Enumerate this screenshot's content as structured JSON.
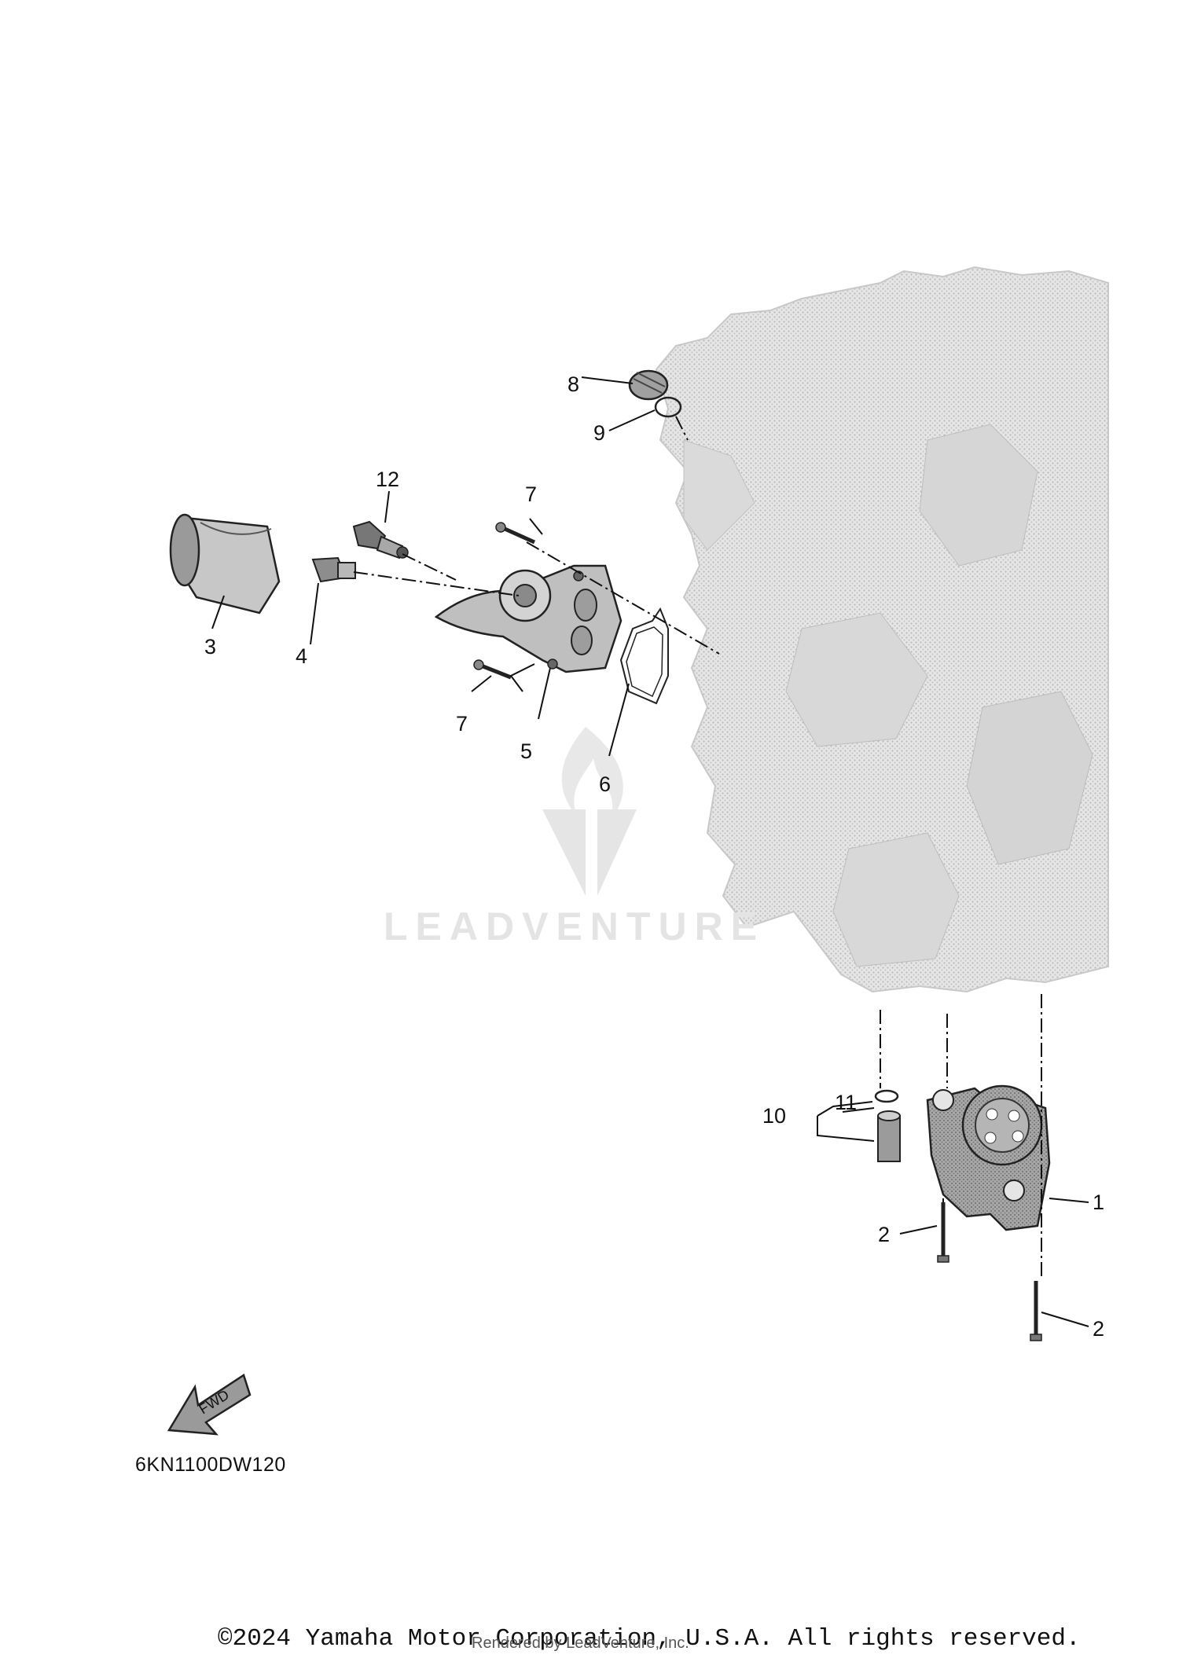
{
  "diagram": {
    "callouts": {
      "c1": "1",
      "c2a": "2",
      "c2b": "2",
      "c3": "3",
      "c4": "4",
      "c5": "5",
      "c6": "6",
      "c7a": "7",
      "c7b": "7",
      "c8": "8",
      "c9": "9",
      "c10": "10",
      "c11": "11",
      "c12": "12"
    },
    "fwd_label": "FWD",
    "drawing_code": "6KN1100DW120"
  },
  "watermark": {
    "text": "LEADVENTURE"
  },
  "footer": {
    "copyright": "©2024 Yamaha Motor Corporation, U.S.A. All rights reserved.",
    "rendered_by": "Rendered by LeadVenture, Inc."
  },
  "colors": {
    "engine_block": "#cfcfcf",
    "part_fill": "#9a9a9a",
    "line": "#111111",
    "watermark": "#e4e4e4"
  }
}
